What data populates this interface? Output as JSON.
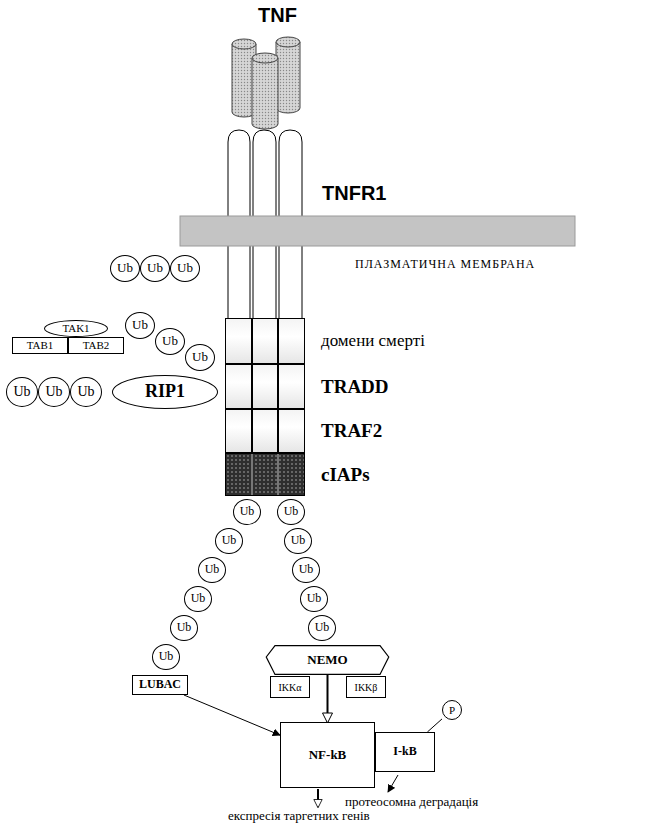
{
  "diagram": {
    "nodes": [
      {
        "text": [
          "Ub"
        ]
      },
      {
        "text": [
          "Ub"
        ]
      },
      {
        "text": [
          "Ub"
        ]
      },
      {
        "text": [
          "TAK1"
        ]
      },
      {
        "text": [
          "TAB1"
        ]
      },
      {
        "text": [
          "TAB2"
        ]
      },
      {
        "text": [
          "Ub"
        ]
      },
      {
        "text": [
          "Ub"
        ]
      },
      {
        "text": [
          "Ub"
        ]
      },
      {
        "text": [
          "домени смерті"
        ]
      },
      {
        "text": [
          "Ub"
        ]
      },
      {
        "text": [
          "Ub"
        ]
      },
      {
        "text": [
          "Ub"
        ]
      },
      {
        "text": [
          "RIP1"
        ]
      },
      {
        "text": [
          "TRADD"
        ]
      },
      {
        "text": [
          "TRAF2"
        ]
      },
      {
        "text": [
          "cIAPs"
        ]
      },
      {
        "text": [
          "Ub"
        ]
      },
      {
        "text": [
          "Ub"
        ]
      },
      {
        "text": [
          "Ub"
        ]
      },
      {
        "text": [
          "Ub"
        ]
      },
      {
        "text": [
          "Ub"
        ]
      },
      {
        "text": [
          "Ub"
        ]
      },
      {
        "text": [
          "Ub"
        ]
      },
      {
        "text": [
          "Ub"
        ]
      },
      {
        "text": [
          "Ub"
        ]
      },
      {
        "text": [
          "Ub"
        ]
      },
      {
        "text": [
          "Ub"
        ]
      },
      {
        "text": [
          "LUBAC"
        ]
      },
      {
        "text": [
          "NEMO"
        ]
      },
      {
        "text": [
          "IKKα"
        ]
      },
      {
        "text": [
          "IKKβ"
        ]
      },
      {
        "text": [
          "NF-kB"
        ]
      },
      {
        "text": [
          "I-kB"
        ]
      },
      {
        "text": [
          "P"
        ]
      }
    ],
    "edges": [
      {
        "from": 28,
        "to": 32,
        "arrow": "to"
      },
      {
        "from": 29,
        "to": 32,
        "arrow": "to"
      },
      {
        "from": 33,
        "to": 34,
        "arrow": "none"
      }
    ],
    "labels": [
      "TNF",
      "TNFR1",
      "ПЛАЗМАТИЧНА МЕМБРАНА",
      "протеосомна деградація",
      "експресія таргетних генів"
    ]
  }
}
